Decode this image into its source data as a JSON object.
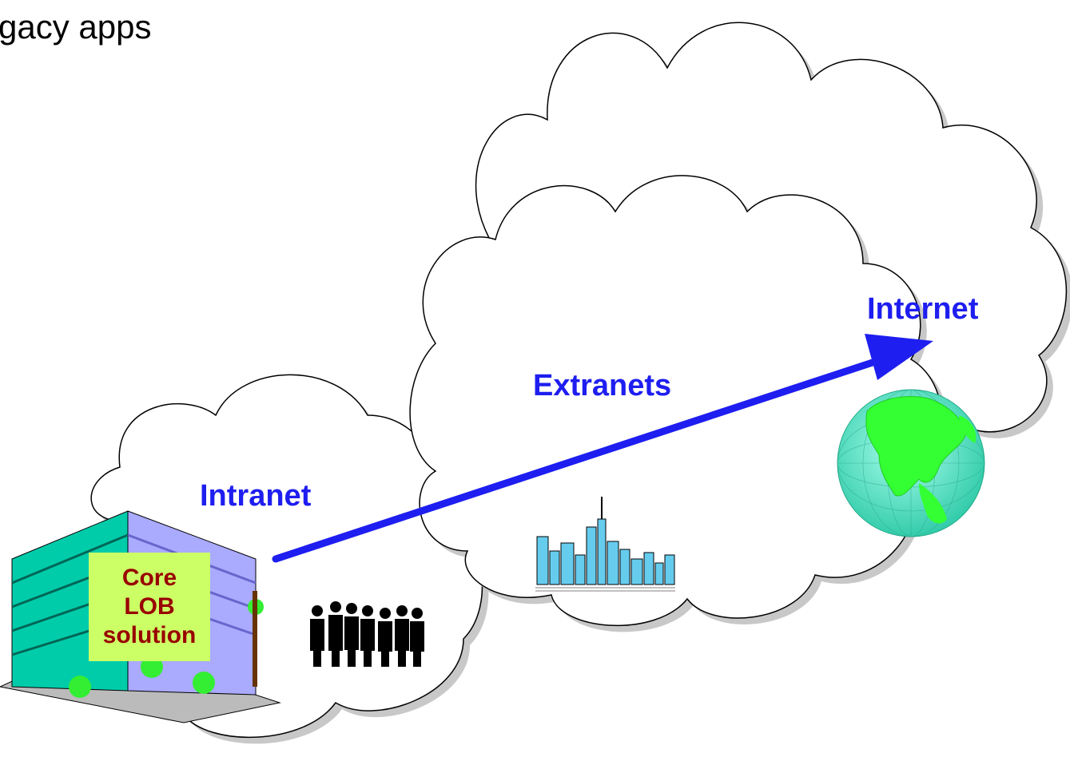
{
  "heading": "gacy apps",
  "labels": {
    "intranet": "Intranet",
    "extranets": "Extranets",
    "internet": "Internet"
  },
  "core_box": {
    "line1": "Core",
    "line2": "LOB",
    "line3": "solution"
  },
  "colors": {
    "label_blue": "#1e1ef0",
    "arrow_blue": "#1e1ef0",
    "core_fill": "#ccff66",
    "core_text": "#990000",
    "globe_ocean": "#66ffcc",
    "globe_land": "#33ff33"
  },
  "icons": {
    "building": "office-building-icon",
    "people": "people-group-icon",
    "city": "city-skyline-icon",
    "globe": "globe-icon"
  }
}
